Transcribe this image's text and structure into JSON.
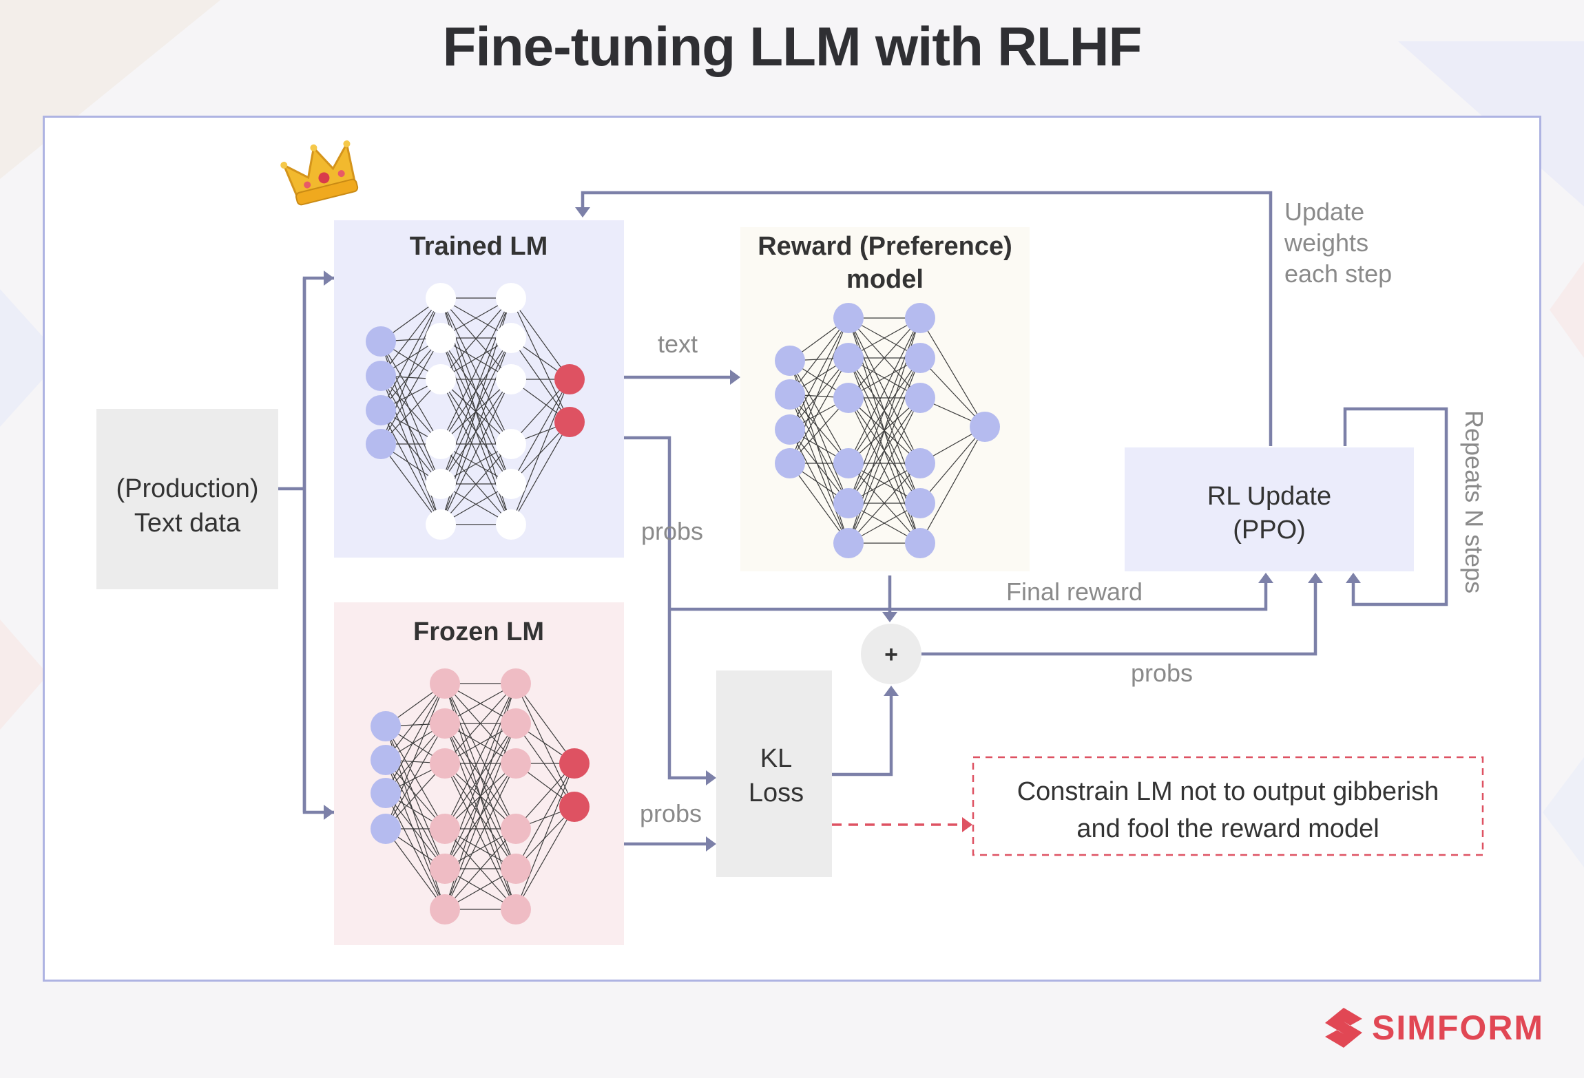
{
  "title": "Fine-tuning LLM with RLHF",
  "colors": {
    "arrow": "#7c80a8",
    "label": "#8a8a8a",
    "blue_node": "#b5bbef",
    "white_node": "#ffffff",
    "red_node": "#de5262",
    "pink_node": "#efbcc4",
    "trained_bg": "#ebecfb",
    "frozen_bg": "#faedef",
    "reward_bg": "#fcfaf4",
    "grey_box": "#ececec",
    "rl_bg": "#ebecfb",
    "brand": "#e14754"
  },
  "nodes": {
    "text_data": {
      "line1": "(Production)",
      "line2": "Text data"
    },
    "trained_lm": {
      "title": "Trained LM"
    },
    "frozen_lm": {
      "title": "Frozen LM"
    },
    "reward_model": {
      "line1": "Reward (Preference)",
      "line2": "model"
    },
    "rl_update": {
      "line1": "RL Update",
      "line2": "(PPO)"
    },
    "kl_loss": {
      "line1": "KL",
      "line2": "Loss"
    },
    "sum": {
      "symbol": "+"
    },
    "constrain_note": {
      "line1": "Constrain LM not to output gibberish",
      "line2": "and fool the reward model"
    }
  },
  "labels": {
    "text": "text",
    "probs_trained": "probs",
    "probs_frozen": "probs",
    "probs_rl": "probs",
    "final_reward": "Final reward",
    "update_line1": "Update",
    "update_line2": "weights",
    "update_line3": "each step",
    "repeats": "Repeats N steps"
  },
  "icons": {
    "crown": "crown-icon",
    "logo": "simform-logo-icon"
  },
  "brand": {
    "name": "SIMFORM"
  }
}
